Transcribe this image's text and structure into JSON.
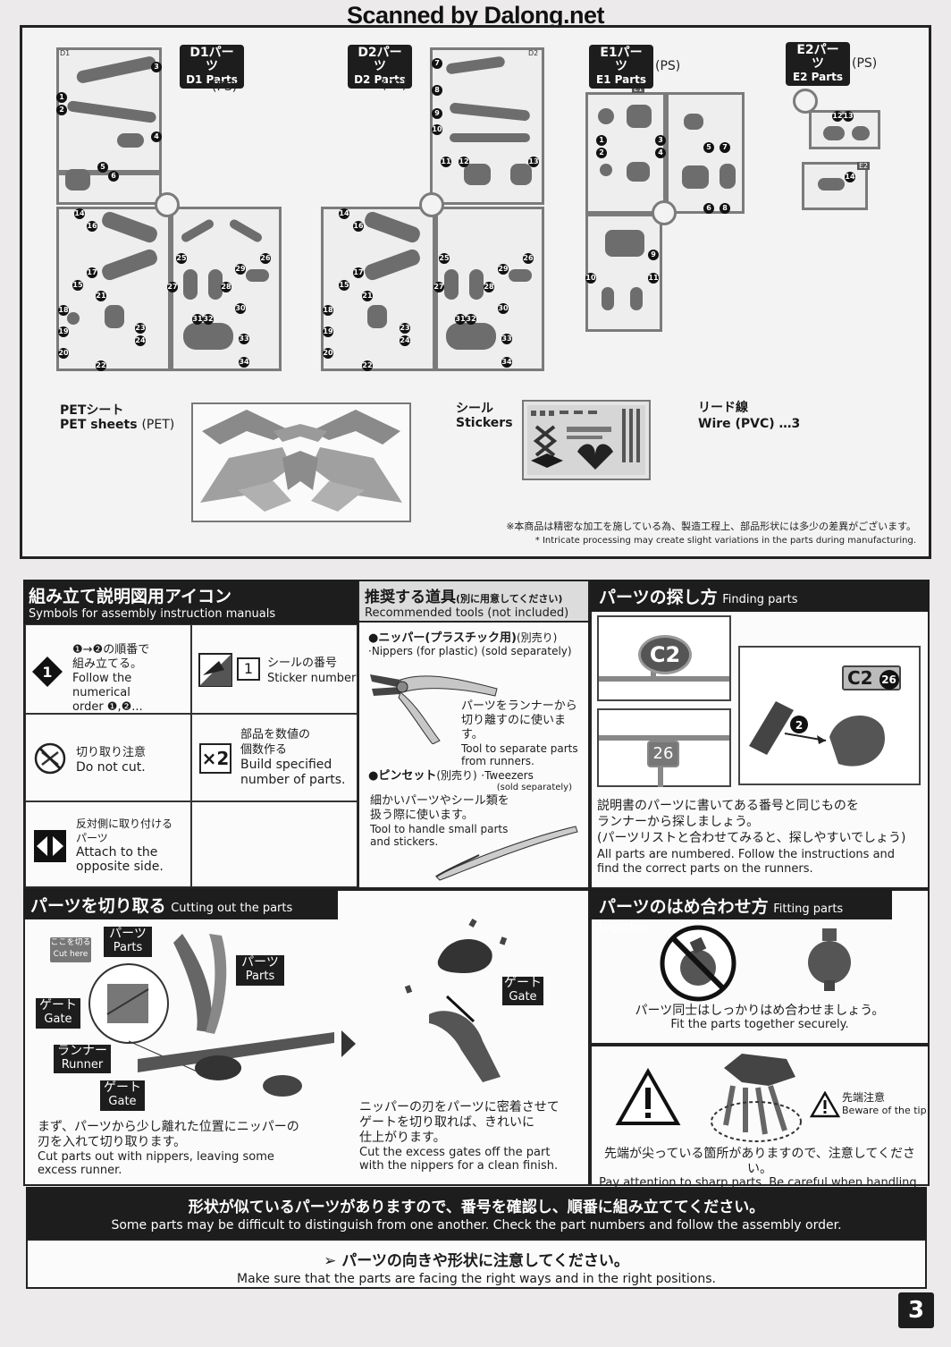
{
  "scanner": "Scanned by Dalong.net",
  "parts": {
    "d1": {
      "jp": "D1パーツ",
      "en": "D1 Parts",
      "mat": "(PS)",
      "code": "D1"
    },
    "d2": {
      "jp": "D2パーツ",
      "en": "D2 Parts",
      "mat": "(PS)",
      "code": "D2"
    },
    "e1": {
      "jp": "E1パーツ",
      "en": "E1 Parts",
      "mat": "(PS)",
      "code": "E1"
    },
    "e2": {
      "jp": "E2パーツ",
      "en": "E2 Parts",
      "mat": "(PS)",
      "code": "E2"
    }
  },
  "pet": {
    "jp": "PETシート",
    "en": "PET sheets",
    "mat": "(PET)"
  },
  "stickers": {
    "jp": "シール",
    "en": "Stickers"
  },
  "wire": {
    "jp": "リード線",
    "en": "Wire (PVC) …3"
  },
  "disclaimer": {
    "jp": "※本商品は精密な加工を施している為、製造工程上、部品形状には多少の差異がございます。",
    "en": "* Intricate processing may create slight variations in the parts during manufacturing."
  },
  "symbols": {
    "title_jp": "組み立て説明図用アイコン",
    "title_en": "Symbols for assembly instruction manuals",
    "order": {
      "icon": "1",
      "jp1": "❶→❷の順番で",
      "jp2": "組み立てる。",
      "en1": "Follow the numerical",
      "en2": "order ❶,❷..."
    },
    "sticker": {
      "icon": "1",
      "jp": "シールの番号",
      "en": "Sticker number"
    },
    "nocut": {
      "jp": "切り取り注意",
      "en": "Do not cut."
    },
    "multiple": {
      "icon": "×2",
      "jp1": "部品を数値の",
      "jp2": "個数作る",
      "en1": "Build specified",
      "en2": "number of parts."
    },
    "opposite": {
      "jp1": "反対側に取り付ける",
      "jp2": "パーツ",
      "en1": "Attach to the",
      "en2": "opposite side."
    }
  },
  "tools": {
    "title_jp": "推奨する道具",
    "title_sub": "(別に用意してください)",
    "title_en": "Recommended tools (not included)",
    "nippers": {
      "jp": "●ニッパー(プラスチック用)",
      "sold": "(別売り)",
      "en": "·Nippers (for plastic) (sold separately)",
      "desc_jp1": "パーツをランナーから",
      "desc_jp2": "切り離すのに使います。",
      "desc_en1": "Tool to separate parts",
      "desc_en2": "from runners."
    },
    "tweezers": {
      "jp": "●ピンセット",
      "sold": "(別売り)",
      "en": "·Tweezers",
      "en2": "(sold separately)",
      "desc_jp1": "細かいパーツやシール類を",
      "desc_jp2": "扱う際に使います。",
      "desc_en1": "Tool to handle small parts",
      "desc_en2": "and stickers."
    }
  },
  "finding": {
    "title_jp": "パーツの探し方",
    "title_en": "Finding parts",
    "c2": "C2",
    "n26": "26",
    "label": "C2",
    "step": "2",
    "jp1": "説明書のパーツに書いてある番号と同じものを",
    "jp2": "ランナーから探しましょう。",
    "jp3": "(パーツリストと合わせてみると、探しやすいでしょう)",
    "en1": "All parts are numbered. Follow the instructions and",
    "en2": "find the correct parts on the runners."
  },
  "cutting": {
    "title_jp": "パーツを切り取る",
    "title_en": "Cutting out the parts",
    "cut_here_jp": "ここを切る",
    "cut_here_en": "Cut here",
    "parts_jp": "パーツ",
    "parts_en": "Parts",
    "gate_jp": "ゲート",
    "gate_en": "Gate",
    "runner_jp": "ランナー",
    "runner_en": "Runner",
    "jp1": "まず、パーツから少し離れた位置にニッパーの",
    "jp2": "刃を入れて切り取ります。",
    "en1": "Cut parts out with nippers, leaving some",
    "en2": "excess runner.",
    "r_jp1": "ニッパーの刃をパーツに密着させて",
    "r_jp2": "ゲートを切り取れば、きれいに",
    "r_jp3": "仕上がります。",
    "r_en1": "Cut the excess gates off the part",
    "r_en2": "with the nippers for a clean finish."
  },
  "fitting": {
    "title_jp": "パーツのはめ合わせ方",
    "title_en": "Fitting parts together",
    "jp": "パーツ同士はしっかりはめ合わせましょう。",
    "en": "Fit the parts together securely."
  },
  "tip": {
    "warn_jp": "先端注意",
    "warn_en": "Beware of the tip",
    "jp": "先端が尖っている箇所がありますので、注意してください。",
    "en": "Pay attention to sharp parts. Be careful when handling."
  },
  "warning": {
    "jp": "形状が似ているパーツがありますので、番号を確認し、順番に組み立ててください。",
    "en": "Some parts may be difficult to distinguish from one another. Check the part numbers and follow the assembly order."
  },
  "notice": {
    "jp": "➢ パーツの向きや形状に注意してください。",
    "en": "Make sure that the parts are facing the right ways and in the right positions."
  },
  "page": "3",
  "colors": {
    "dark": "#1d1d1d",
    "runner": "#7b7b7b",
    "part": "#6d6d6d"
  }
}
